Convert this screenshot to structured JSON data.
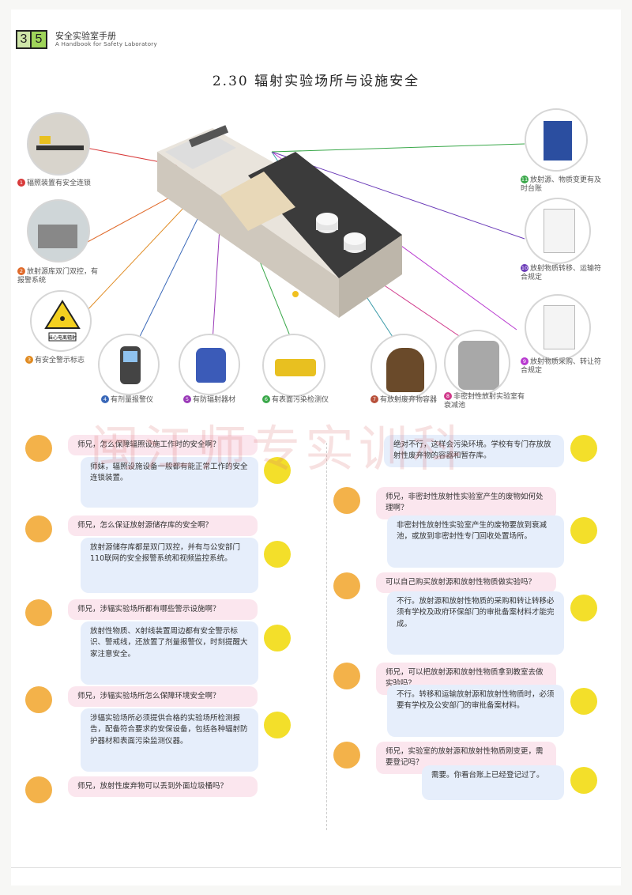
{
  "header": {
    "page_tens": "3",
    "page_ones": "5",
    "book_cn": "安全实验室手册",
    "book_en": "A Handbook for Safety Laboratory"
  },
  "title": "2.30 辐射实验场所与设施安全",
  "callouts": [
    {
      "num": "1",
      "text": "辐照装置有安全连锁"
    },
    {
      "num": "2",
      "text": "放射源库双门双控，有报警系统"
    },
    {
      "num": "3",
      "text": "有安全警示标志"
    },
    {
      "num": "4",
      "text": "有剂量报警仪"
    },
    {
      "num": "5",
      "text": "有防辐射器材"
    },
    {
      "num": "6",
      "text": "有表面污染检测仪"
    },
    {
      "num": "7",
      "text": "有放射废弃物容器"
    },
    {
      "num": "8",
      "text": "非密封性放射实验室有衰减池"
    },
    {
      "num": "9",
      "text": "放射物质采购、转让符合规定"
    },
    {
      "num": "10",
      "text": "放射物质转移、运输符合规定"
    },
    {
      "num": "11",
      "text": "放射源、物质变更有及时台账"
    }
  ],
  "sign_text": "当心电离辐射",
  "watermark": "闽江师专实训科",
  "chat_left": [
    {
      "q": "师兄，怎么保障辐照设施工作时的安全啊？",
      "a": "师妹，辐照设施设备一般都有能正常工作的安全连锁装置。"
    },
    {
      "q": "师兄，怎么保证放射源储存库的安全啊？",
      "a": "放射源储存库都是双门双控，并有与公安部门110联网的安全报警系统和视频监控系统。"
    },
    {
      "q": "师兄，涉辐实验场所都有哪些警示设施啊？",
      "a": "放射性物质、X射线装置周边都有安全警示标识、警戒线，还放置了剂量报警仪，时刻提醒大家注意安全。"
    },
    {
      "q": "师兄，涉辐实验场所怎么保障环境安全啊？",
      "a": "涉辐实验场所必须提供合格的实验场所检测报告，配备符合要求的安保设备，包括各种辐射防护器材和表面污染监测仪器。"
    },
    {
      "q": "师兄，放射性废弃物可以丢到外面垃圾桶吗？",
      "a": ""
    }
  ],
  "chat_right": [
    {
      "q": "",
      "a": "绝对不行，这样会污染环境。学校有专门存放放射性废弃物的容器和暂存库。"
    },
    {
      "q": "师兄，非密封性放射性实验室产生的废物如何处理啊？",
      "a": "非密封性放射性实验室产生的废物要放到衰减池，或放到非密封性专门回收处置场所。"
    },
    {
      "q": "可以自己购买放射源和放射性物质做实验吗？",
      "a": "不行。放射源和放射性物质的采购和转让转移必须有学校及政府环保部门的审批备案材料才能完成。"
    },
    {
      "q": "师兄，可以把放射源和放射性物质拿到教室去做实验吗？",
      "a": "不行。转移和运输放射源和放射性物质时，必须要有学校及公安部门的审批备案材料。"
    },
    {
      "q": "师兄，实验室的放射源和放射性物质刚变更，需要登记吗？",
      "a": "需要。你看台账上已经登记过了。"
    }
  ],
  "colors": {
    "c1": "#d83a3a",
    "c2": "#e06a2a",
    "c3": "#e08a20",
    "c4": "#3a68b8",
    "c5": "#9a3ab8",
    "c6": "#3aa84a",
    "c7": "#b8503a",
    "c8": "#d0388a",
    "c9": "#b83ad0",
    "c10": "#6a3ab8",
    "c11": "#3aa84a"
  }
}
